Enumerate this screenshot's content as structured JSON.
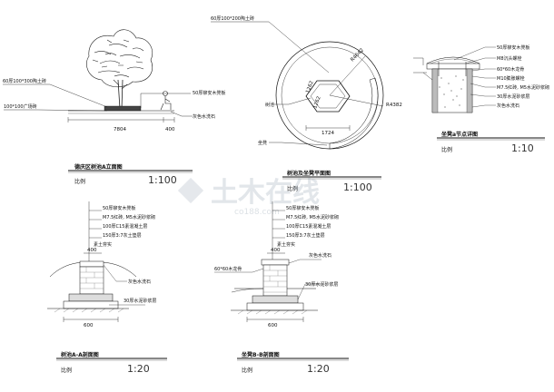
{
  "elevation": {
    "title": "德庆区树池A立面图",
    "scale_prefix": "比例",
    "scale": "1:100",
    "callouts": {
      "top_left": "60厚100*300陶土砖",
      "mid_left": "100*100广场砖",
      "right_top": "50厚柳安木凳板",
      "right_bottom": "灰色水洗石"
    },
    "dims": {
      "total": "7804",
      "small": "400"
    }
  },
  "plan": {
    "title": "树池及坐凳平面图",
    "scale_prefix": "比例",
    "scale": "1:100",
    "callouts": {
      "top": "60厚100*200陶土砖",
      "left_mid": "树池",
      "left_bottom": "坐凳"
    },
    "dims": {
      "r_outer": "R4642",
      "r_inner": "R4382",
      "hex_a": "1262",
      "hex_b": "1262",
      "bottom": "1724"
    }
  },
  "detail": {
    "title": "坐凳a节点详图",
    "scale_prefix": "比例",
    "scale": "1:10",
    "callouts": [
      "50厚柳安木凳板",
      "M8沉头螺栓",
      "60*60木龙骨",
      "M10膨胀螺栓",
      "M7.5红砖, M5水泥砂浆砌",
      "30厚水泥砂浆层",
      "灰色水洗石"
    ]
  },
  "section_a": {
    "title": "树池A-A剖面图",
    "scale_prefix": "比例",
    "scale": "1:20",
    "callouts_top": [
      "50厚柳安木凳板",
      "M7.5红砖, M5水泥砂浆砌",
      "100厚C15素混凝土层",
      "150厚3:7灰土垫层"
    ],
    "mid_label": "素土夯实",
    "right_upper": "灰色水洗石",
    "right_lower": "30厚水泥砂浆层",
    "dims": {
      "top": "400",
      "bottom": "600"
    }
  },
  "section_b": {
    "title": "坐凳B-B剖面图",
    "scale_prefix": "比例",
    "scale": "1:20",
    "callouts_top": [
      "50厚柳安木凳板",
      "M7.5红砖, M5水泥砂浆砌",
      "100厚C15素混凝土层",
      "150厚3:7灰土垫层"
    ],
    "mid_label": "素土夯实",
    "left_label": "60*60木龙骨",
    "right_upper": "灰色水洗石",
    "right_lower": "30厚水泥砂浆层",
    "dims": {
      "top": "400",
      "bottom": "600"
    }
  },
  "watermark": {
    "main": "土木在线",
    "sub": "co188.com"
  }
}
